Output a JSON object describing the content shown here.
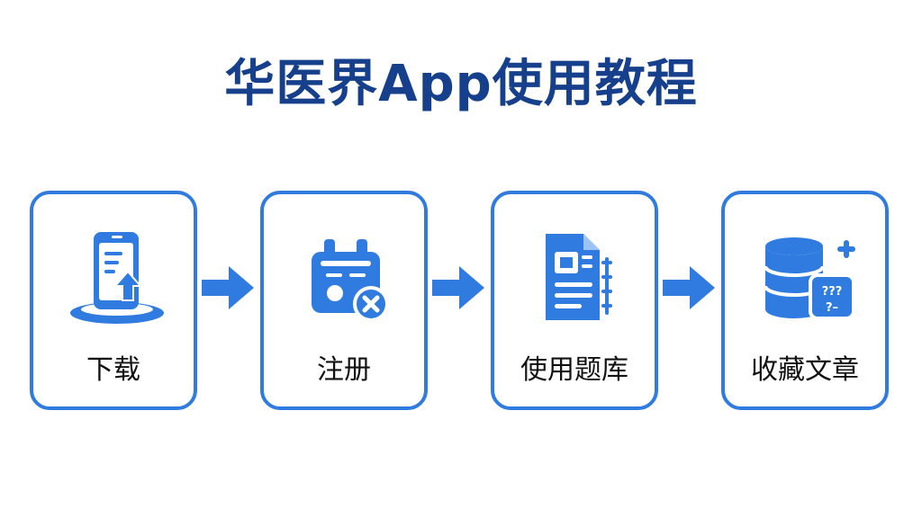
{
  "title": "华医界App使用教程",
  "colors": {
    "title": "#17408c",
    "accent": "#2f7be0",
    "text": "#111111"
  },
  "steps": [
    {
      "label": "下载",
      "icon": "phone-download-icon"
    },
    {
      "label": "注册",
      "icon": "register-id-card-icon"
    },
    {
      "label": "使用题库",
      "icon": "question-bank-document-icon"
    },
    {
      "label": "收藏文章",
      "icon": "database-favorite-icon"
    }
  ]
}
